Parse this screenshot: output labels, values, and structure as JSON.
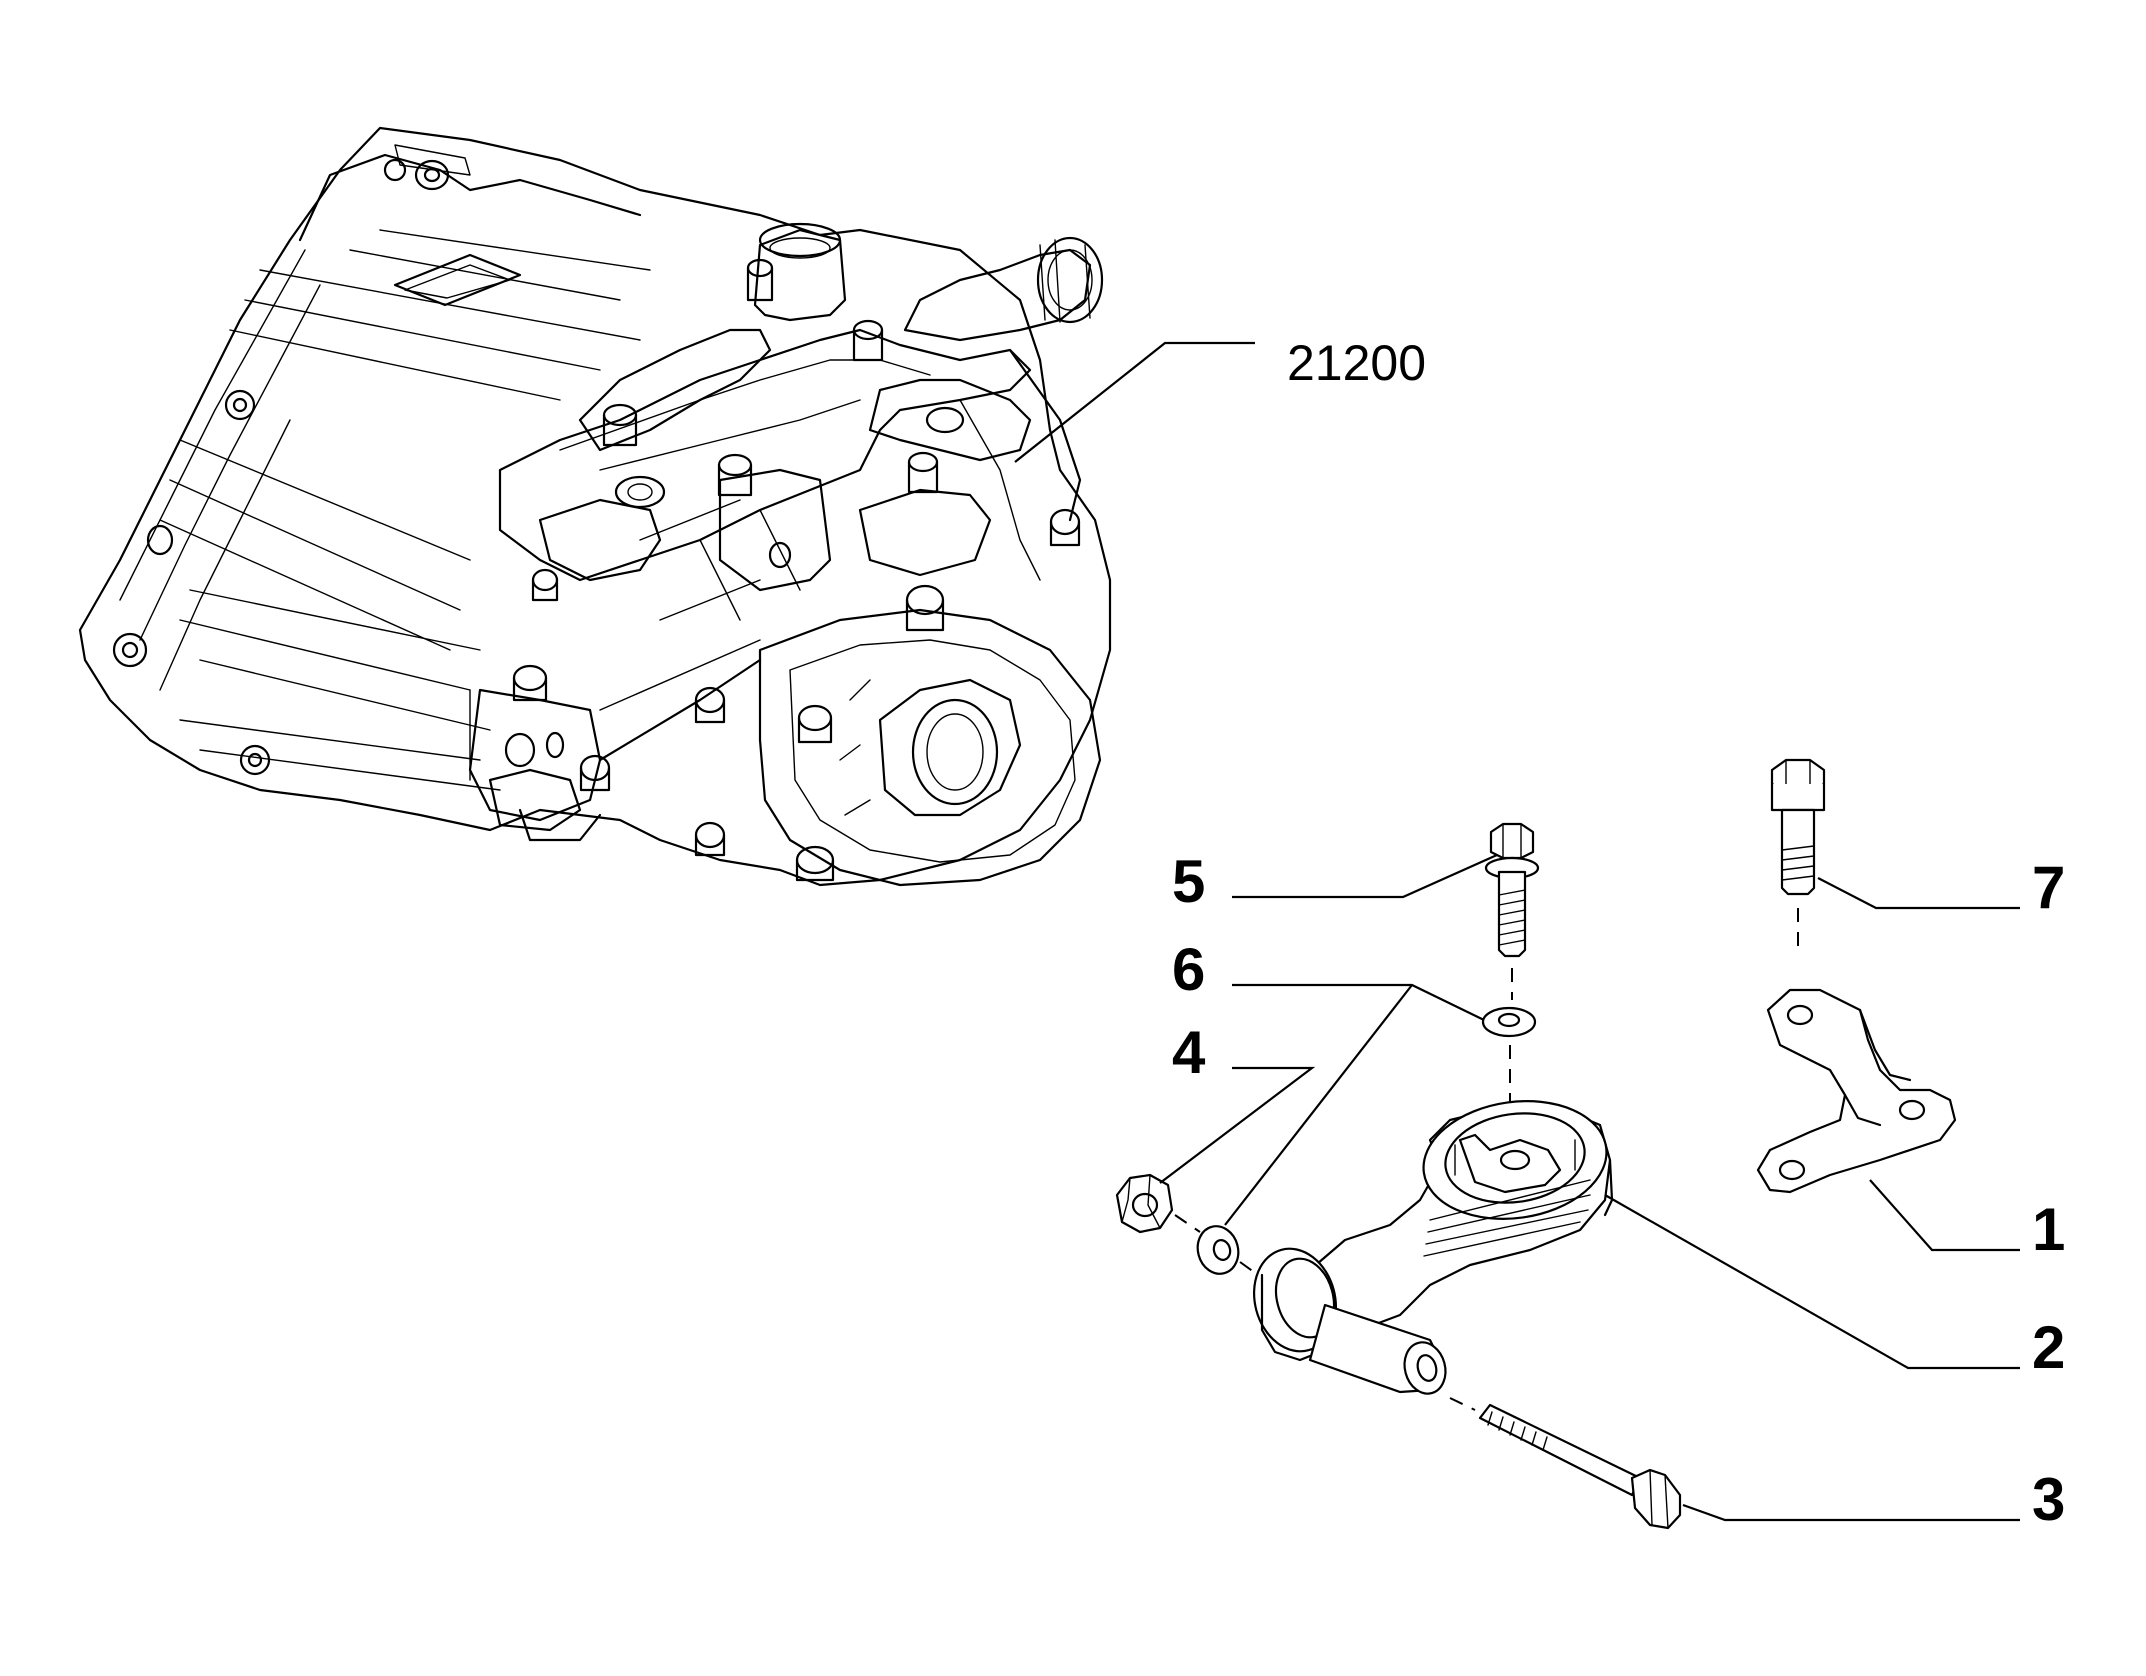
{
  "callouts": {
    "ref_assembly": "21200",
    "c1": "1",
    "c2": "2",
    "c3": "3",
    "c4": "4",
    "c5": "5",
    "c6": "6",
    "c7": "7"
  }
}
